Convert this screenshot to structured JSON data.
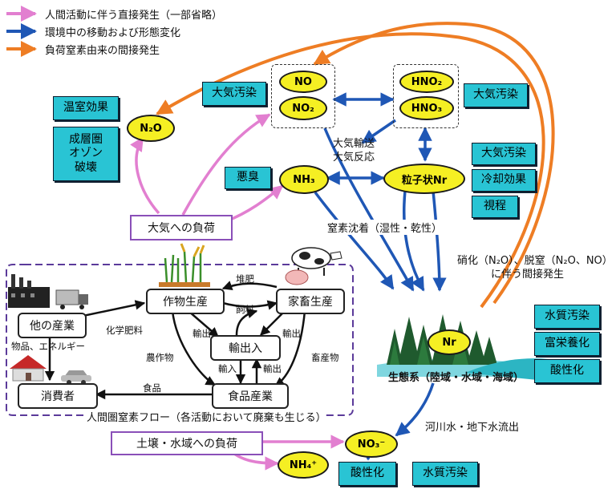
{
  "legend": [
    {
      "label": "人間活動に伴う直接発生（一部省略）",
      "color": "#e27fd0"
    },
    {
      "label": "環境中の移動および形態変化",
      "color": "#1f57b5"
    },
    {
      "label": "負荷窒素由来の間接発生",
      "color": "#ee7d24"
    }
  ],
  "colors": {
    "pink": "#e27fd0",
    "blue": "#1f57b5",
    "orange": "#ee7d24",
    "cyan": "#29c4d4",
    "yellow": "#f5ef23",
    "purple": "#8a4fb8"
  },
  "chem": {
    "n2o": "N₂O",
    "no": "NO",
    "no2": "NO₂",
    "hno2": "HNO₂",
    "hno3": "HNO₃",
    "nh3": "NH₃",
    "particulate": "粒子状Nr",
    "nr": "Nr",
    "no3": "NO₃⁻",
    "nh4": "NH₄⁺"
  },
  "effects": {
    "greenhouse": "温室効果",
    "ozone": "成層圏\nオゾン\n破壊",
    "air_pollution_left": "大気汚染",
    "air_pollution_right": "大気汚染",
    "odor": "悪臭",
    "particulate_air": "大気汚染",
    "cooling": "冷却効果",
    "visibility": "視程",
    "water_pollution_right": "水質汚染",
    "eutrophication": "富栄養化",
    "acidification_right": "酸性化",
    "acidification_bottom": "酸性化",
    "water_pollution_bottom": "水質汚染"
  },
  "loads": {
    "atmosphere": "大気への負荷",
    "soil_water": "土壌・水域への負荷"
  },
  "labels": {
    "transport_1": "大気輸送",
    "transport_2": "大気反応",
    "deposition": "窒素沈着（湿性・乾性）",
    "nitrif_1": "硝化（N₂O）、脱窒（N₂O、NO）",
    "nitrif_2": "に伴う間接発生",
    "ecosystem": "生態系（陸域・水域・海域）",
    "runoff": "河川水・地下水流出"
  },
  "flow": {
    "crop": "作物生産",
    "livestock": "家畜生産",
    "other": "他の産業",
    "trade": "輸出入",
    "food": "食品産業",
    "consumer": "消費者",
    "manure": "堆肥",
    "feed": "飼料",
    "fertilizer": "化学肥料",
    "export_l": "輸出",
    "export_r": "輸出",
    "import_l": "輸入",
    "export_b": "輸出",
    "crops": "農作物",
    "livestock_prod": "畜産物",
    "goods": "物品、エネルギー",
    "food_item": "食品",
    "caption": "人間圏窒素フロー（各活動において廃棄も生じる）"
  }
}
